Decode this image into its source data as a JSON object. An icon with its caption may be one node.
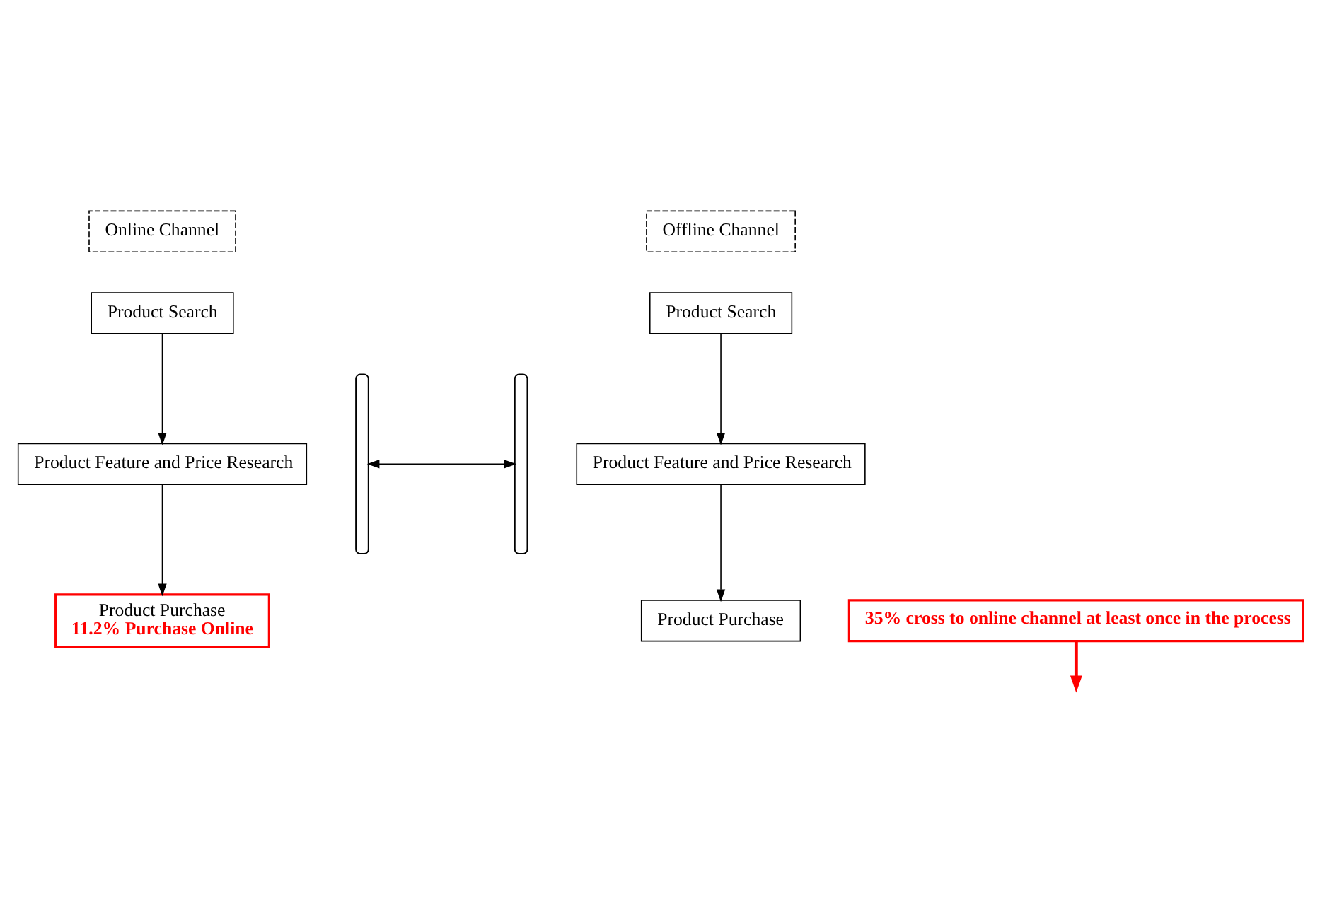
{
  "diagram": {
    "nodes": [
      {
        "text": [
          "Online Channel"
        ]
      },
      {
        "text": [
          "Offline Channel"
        ]
      },
      {
        "text": [
          "Product Search"
        ]
      },
      {
        "text": [
          "Product Feature and Price Research"
        ]
      },
      {
        "text": [
          "Product Purchase",
          "11.2% Purchase Online"
        ]
      },
      {
        "text": [
          "Product Search"
        ]
      },
      {
        "text": [
          "Product Feature and Price Research"
        ]
      },
      {
        "text": [
          "Product Purchase"
        ]
      },
      {
        "text": [],
        "shape": "brace"
      },
      {
        "text": [],
        "shape": "brace"
      },
      {
        "text": [
          "35% cross to online channel at least once in the process"
        ]
      }
    ],
    "edges": [
      {
        "from": 2,
        "to": 3,
        "arrow": "to"
      },
      {
        "from": 3,
        "to": 4,
        "arrow": "to"
      },
      {
        "from": 5,
        "to": 6,
        "arrow": "to"
      },
      {
        "from": 6,
        "to": 7,
        "arrow": "to"
      },
      {
        "from": 8,
        "to": 9,
        "arrow": "both"
      },
      {
        "from": 10,
        "to": null,
        "arrow": "to",
        "style": "thick",
        "color": "#ff0000"
      }
    ]
  }
}
